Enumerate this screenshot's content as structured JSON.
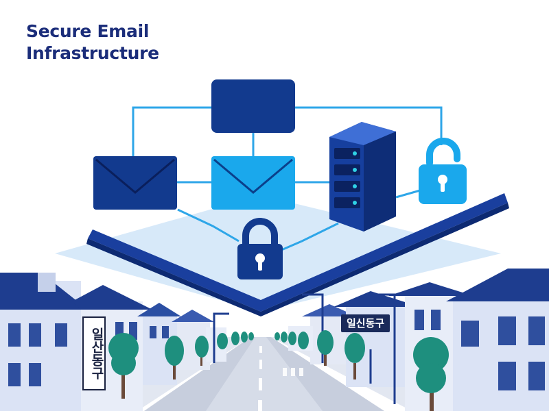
{
  "title": {
    "line1": "Secure Email",
    "line2": "Infrastructure"
  },
  "signs": {
    "left": "일산동구",
    "right": "일신동구"
  },
  "icons": {
    "envelope_dark": "envelope-icon",
    "envelope_light": "envelope-icon",
    "server": "server-rack-icon",
    "lock_closed": "lock-icon",
    "lock_open": "unlock-icon",
    "top_box": "mail-box-icon"
  },
  "colors": {
    "navy": "#123a8e",
    "light_blue": "#1aa8ec",
    "connector": "#2ea6e8",
    "platform_light": "#cde5f7",
    "platform_edge": "#1a3f9e",
    "title": "#1b2d7a",
    "tree": "#1e8f7e",
    "building": "#dbe3f5",
    "roof": "#1e3d8f"
  }
}
